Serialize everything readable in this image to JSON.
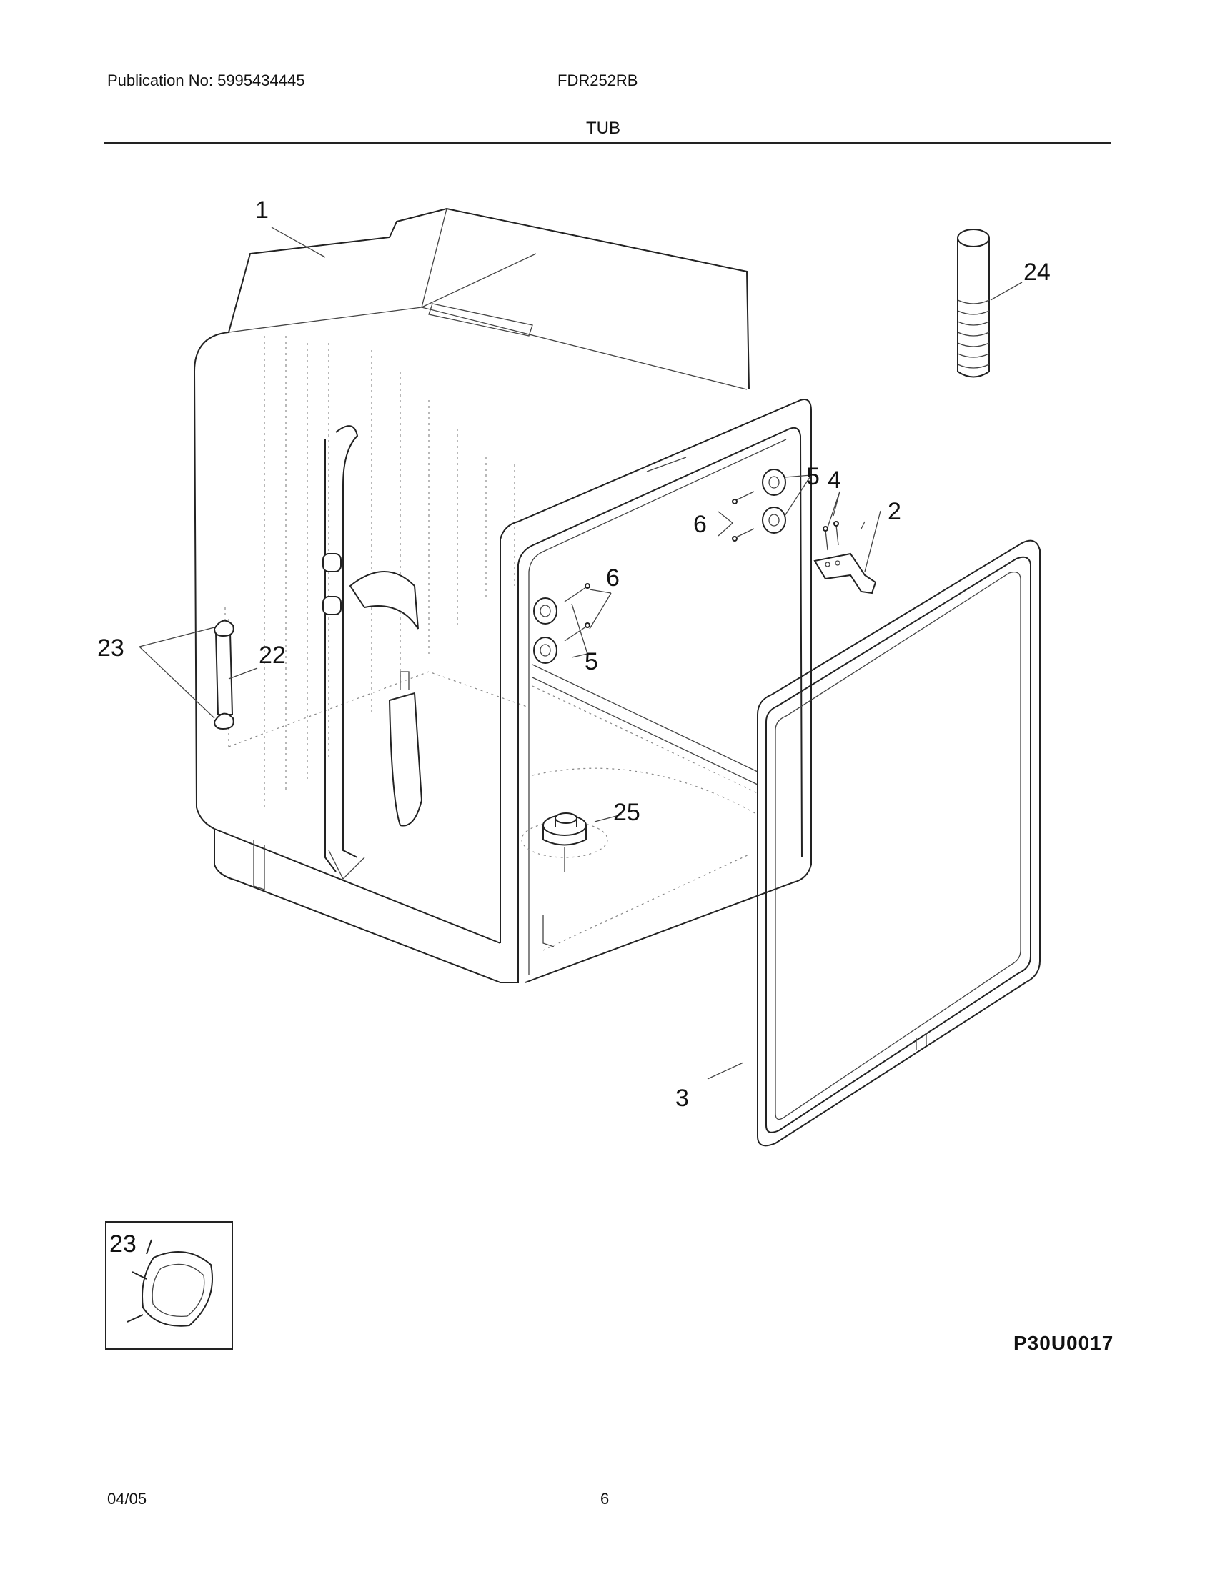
{
  "header": {
    "publication": "Publication No: 5995434445",
    "model": "FDR252RB",
    "section_title": "TUB"
  },
  "callouts": {
    "c1": "1",
    "c2": "2",
    "c3": "3",
    "c4": "4",
    "c5a": "5",
    "c5b": "5",
    "c6a": "6",
    "c6b": "6",
    "c22": "22",
    "c23": "23",
    "c23_inset": "23",
    "c24": "24",
    "c25": "25"
  },
  "footer": {
    "figure_code": "P30U0017",
    "date": "04/05",
    "page": "6"
  }
}
